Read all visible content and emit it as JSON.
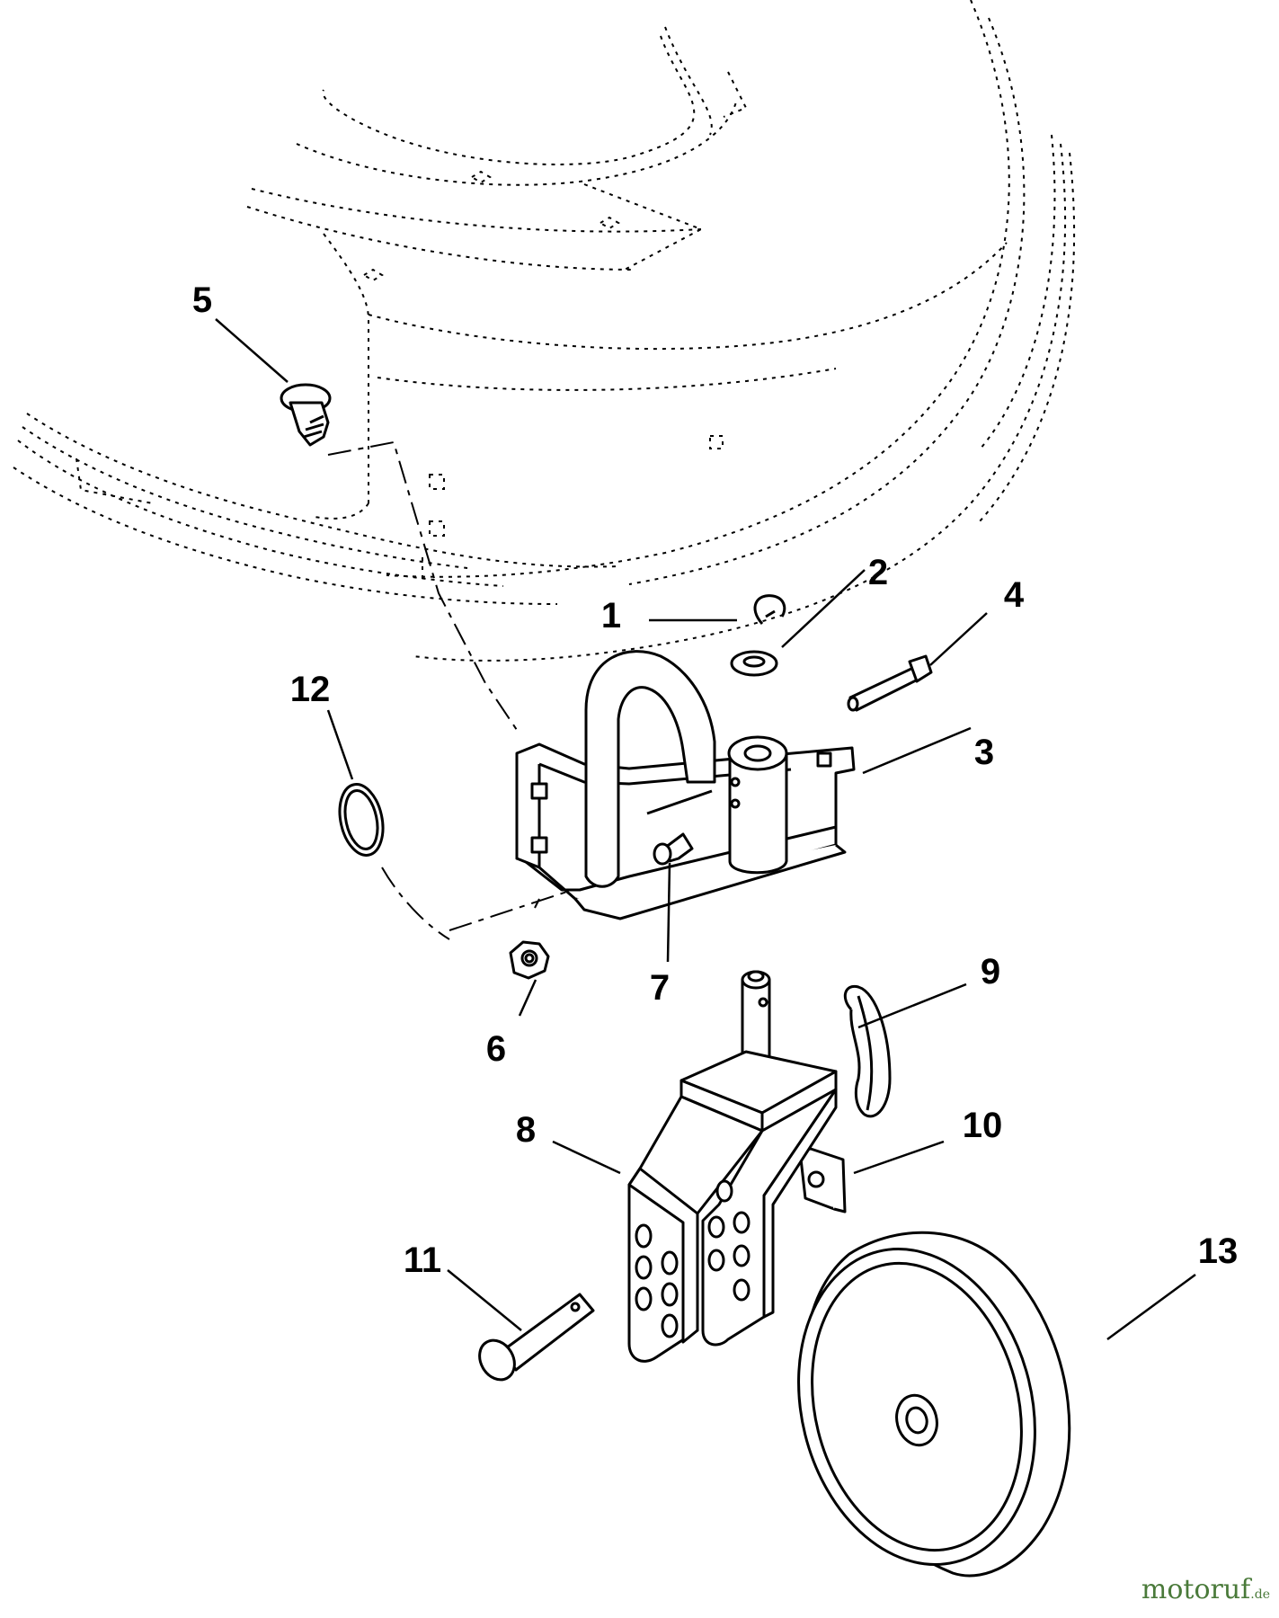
{
  "callouts": [
    {
      "id": "1",
      "label": "1"
    },
    {
      "id": "2",
      "label": "2"
    },
    {
      "id": "3",
      "label": "3"
    },
    {
      "id": "4",
      "label": "4"
    },
    {
      "id": "5",
      "label": "5"
    },
    {
      "id": "6",
      "label": "6"
    },
    {
      "id": "7",
      "label": "7"
    },
    {
      "id": "8",
      "label": "8"
    },
    {
      "id": "9",
      "label": "9"
    },
    {
      "id": "10",
      "label": "10"
    },
    {
      "id": "11",
      "label": "11"
    },
    {
      "id": "12",
      "label": "12"
    },
    {
      "id": "13",
      "label": "13"
    }
  ],
  "watermark": {
    "text": "motoruf",
    "suffix": ".de",
    "color": "#4a7a3a"
  }
}
